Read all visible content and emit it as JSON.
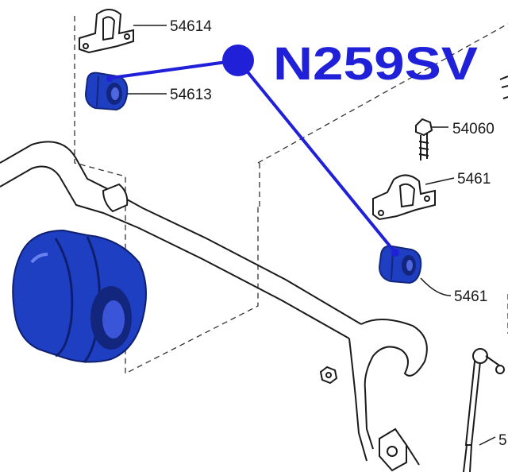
{
  "title": "N259SV",
  "labels": {
    "l54614": "54614",
    "l54613": "54613",
    "l54060": "54060",
    "lRightUpper": "5461",
    "lRightLower": "5461",
    "lBottomRight": "5"
  },
  "colors": {
    "accent": "#2020d8",
    "bushing": "#1f3fc2",
    "bushing_dark": "#13267e",
    "line": "#1a1a1a"
  }
}
